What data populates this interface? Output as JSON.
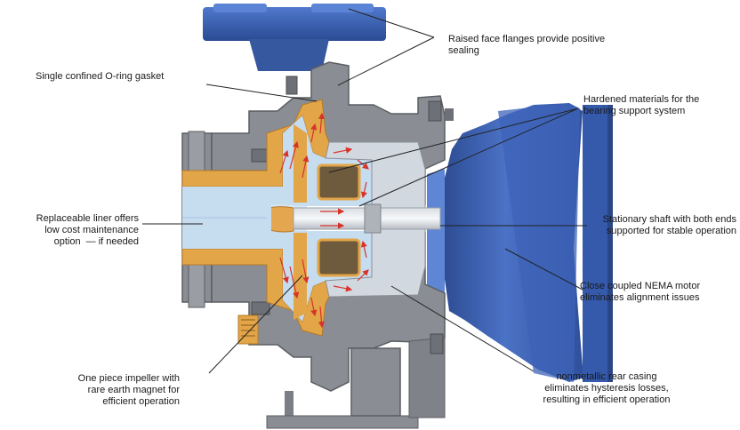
{
  "callouts": {
    "raised_face": [
      "Raised face flanges provide positive",
      "sealing"
    ],
    "oring": [
      "Single confined O-ring gasket"
    ],
    "hardened": [
      "Hardened materials for the",
      "bearing support system"
    ],
    "liner": [
      "Replaceable liner offers",
      "low cost maintenance",
      "option  — if needed"
    ],
    "shaft": [
      "Stationary shaft with both ends",
      "supported for stable operation"
    ],
    "motor": [
      "Close coupled NEMA motor",
      "eliminates alignment issues"
    ],
    "impeller": [
      "One piece impeller with",
      "rare earth magnet for",
      "efficient operation"
    ],
    "rear_casing": [
      "nonmetallic rear casing",
      "eliminates hysteresis losses,",
      "resulting in efficient operation"
    ]
  },
  "colors": {
    "casing": "#8a8d93",
    "casing_dark": "#5b5e63",
    "liner": "#e2a548",
    "fluid": "#c6dcef",
    "motor": "#3f63b5",
    "motor_dark": "#2c4a91",
    "magnet": "#6e5a3c",
    "arrow": "#d8332a",
    "leader": "#222222"
  }
}
